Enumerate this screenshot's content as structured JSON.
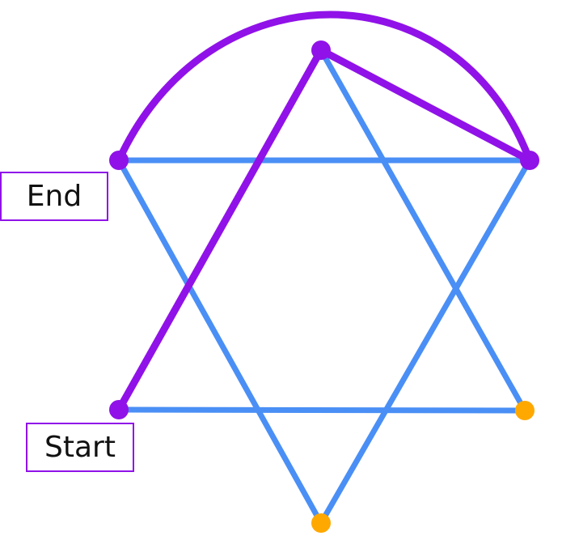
{
  "labels": {
    "start": "Start",
    "end": "End"
  },
  "colors": {
    "grid_line": "#4a8ff5",
    "path": "#9012e8",
    "path_vertex": "#9012e8",
    "unvisited_vertex": "#ffa800"
  },
  "vertices": {
    "top": "path",
    "upper-left": "path",
    "upper-right": "path",
    "lower-left": "path",
    "lower-right": "unvisited",
    "bottom": "unvisited"
  },
  "blue_edges": [
    [
      "upper-left",
      "upper-right"
    ],
    [
      "upper-left",
      "bottom"
    ],
    [
      "bottom",
      "upper-right"
    ],
    [
      "lower-left",
      "lower-right"
    ],
    [
      "top",
      "lower-right"
    ],
    [
      "top",
      "lower-left"
    ]
  ],
  "path": [
    "lower-left",
    "top",
    "upper-right",
    "upper-left"
  ],
  "path_edge_styles": [
    "straight",
    "straight",
    "arc"
  ]
}
